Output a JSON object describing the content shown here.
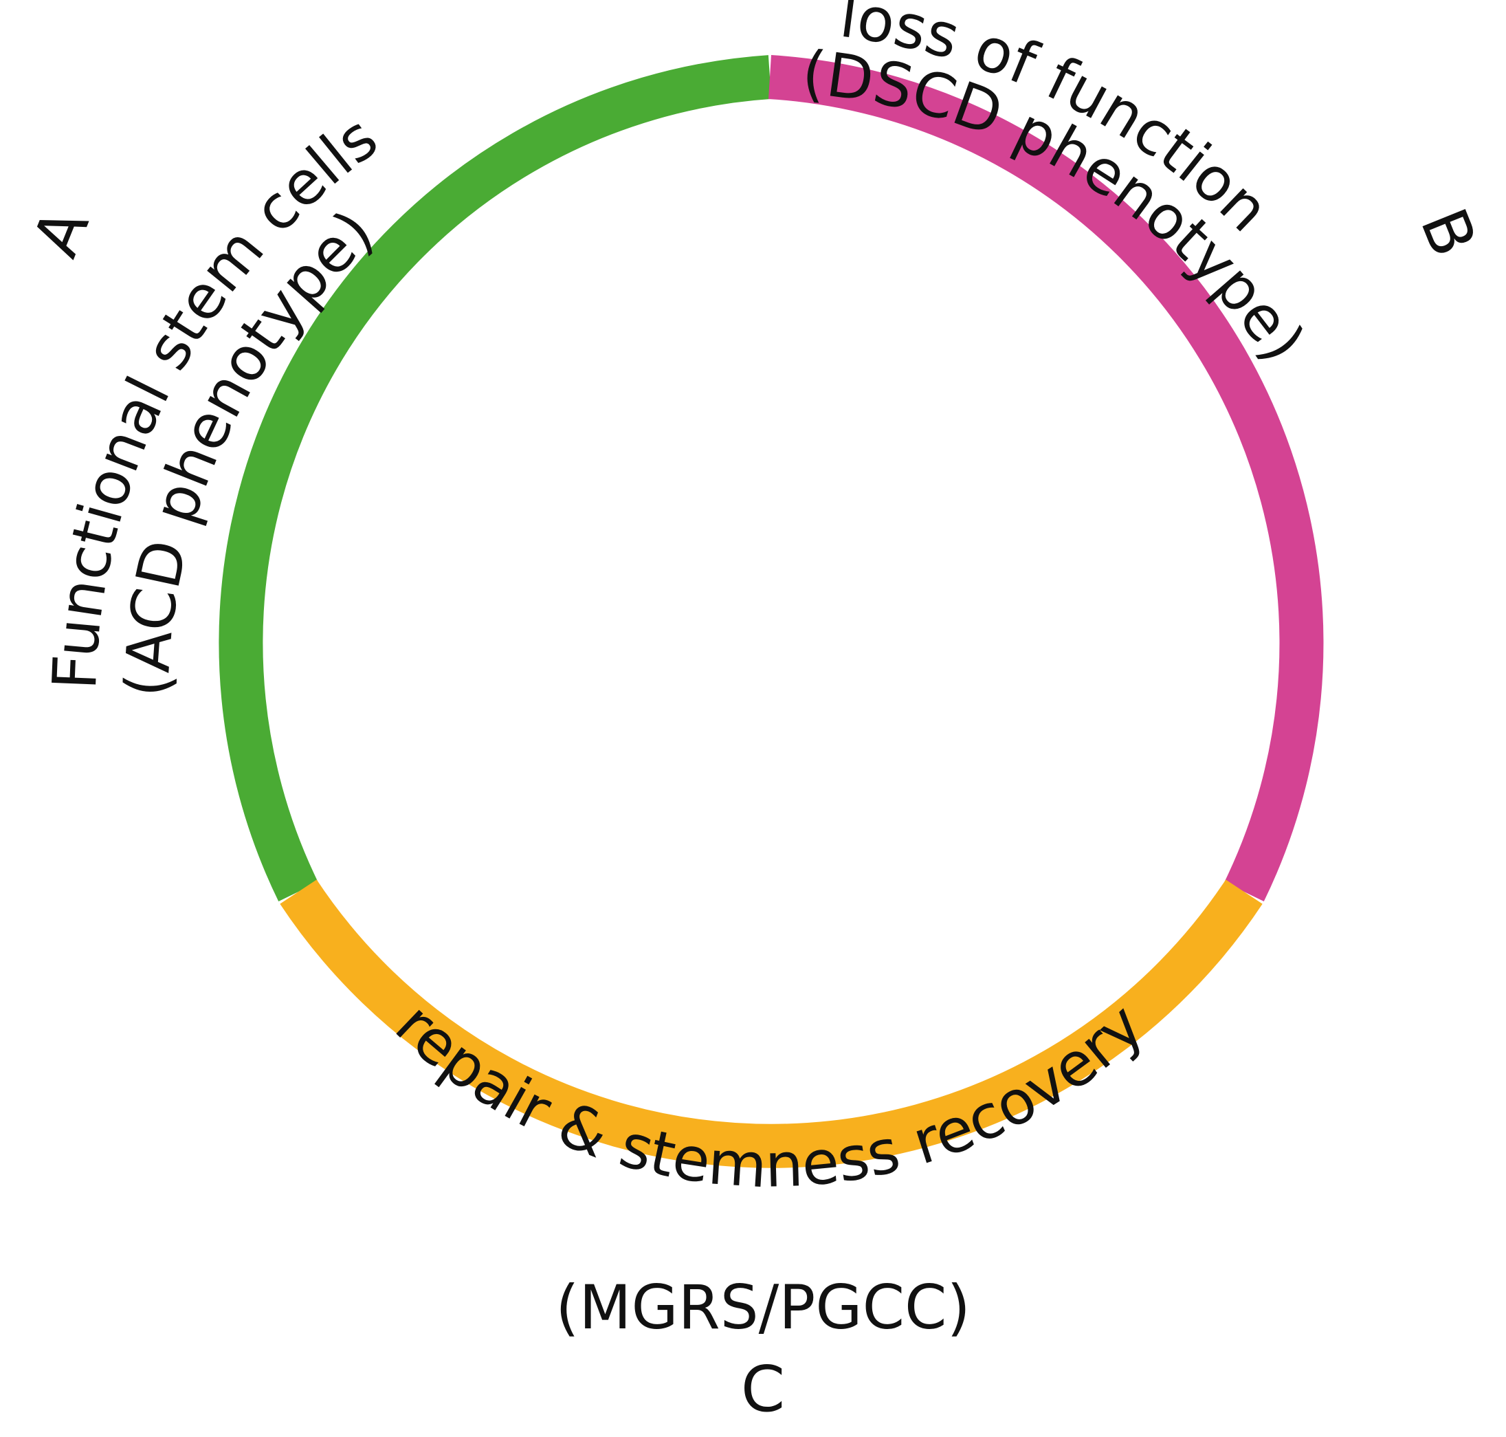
{
  "diagram": {
    "segments": [
      {
        "id": "A",
        "letter": "A",
        "line1": "Functional stem cells",
        "line2": "(ACD phenotype)",
        "color": "#4aab34"
      },
      {
        "id": "B",
        "letter": "B",
        "line1": "loss of function",
        "line2": "(DSCD phenotype)",
        "color": "#d44393"
      },
      {
        "id": "C",
        "letter": "C",
        "line1": "repair & stemness recovery",
        "line2": "(MGRS/PGCC)",
        "color": "#f8b01e"
      }
    ]
  }
}
